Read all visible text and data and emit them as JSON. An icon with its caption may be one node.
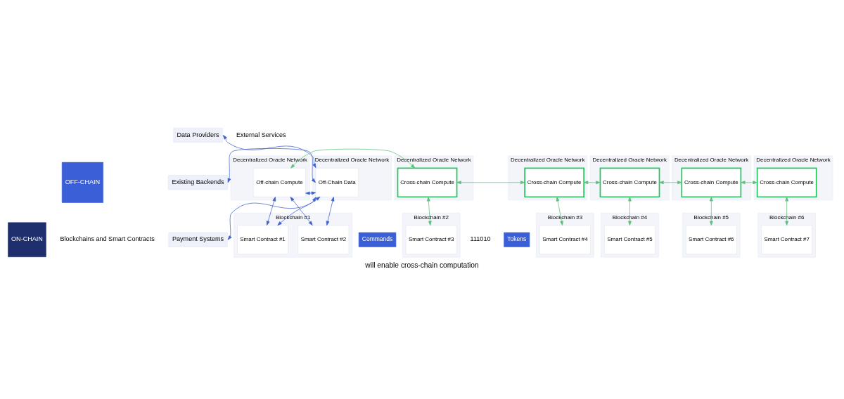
{
  "diagram": {
    "caption": "will enable cross-chain computation",
    "nodes": [
      {
        "text": [
          "OFF-CHAIN"
        ]
      },
      {
        "text": [
          "ON-CHAIN"
        ]
      },
      {
        "text": [
          "Data Providers"
        ]
      },
      {
        "text": [
          "Existing Backends"
        ]
      },
      {
        "text": [
          "Payment Systems"
        ]
      },
      {
        "text": [
          "Decentralized Oracle Network"
        ]
      },
      {
        "text": [
          "Off-Chain Data"
        ],
        "in": 5
      },
      {
        "text": [
          "Decentralized Oracle Network"
        ]
      },
      {
        "text": [
          "Off-chain Compute"
        ],
        "in": 7
      },
      {
        "text": [
          "Decentralized Oracle Network"
        ]
      },
      {
        "text": [
          "Cross-chain Compute"
        ],
        "in": 9
      },
      {
        "text": [
          "Decentralized Oracle Network"
        ]
      },
      {
        "text": [
          "Cross-chain Compute"
        ],
        "in": 11
      },
      {
        "text": [
          "Decentralized Oracle Network"
        ]
      },
      {
        "text": [
          "Cross-chain Compute"
        ],
        "in": 13
      },
      {
        "text": [
          "Decentralized Oracle Network"
        ]
      },
      {
        "text": [
          "Cross-chain Compute"
        ],
        "in": 15
      },
      {
        "text": [
          "Decentralized Oracle Network"
        ]
      },
      {
        "text": [
          "Cross-chain Compute"
        ],
        "in": 17
      },
      {
        "text": [
          "Blockchain #1"
        ]
      },
      {
        "text": [
          "Smart Contract #1"
        ],
        "in": 19
      },
      {
        "text": [
          "Smart Contract #2"
        ],
        "in": 19
      },
      {
        "text": [
          "Blockchain #2"
        ]
      },
      {
        "text": [
          "Smart Contract #3"
        ],
        "in": 22
      },
      {
        "text": [
          "Blockchain #3"
        ]
      },
      {
        "text": [
          "Smart Contract #4"
        ],
        "in": 24
      },
      {
        "text": [
          "Blockchain #4"
        ]
      },
      {
        "text": [
          "Smart Contract #5"
        ],
        "in": 26
      },
      {
        "text": [
          "Blockchain #5"
        ]
      },
      {
        "text": [
          "Smart Contract #6"
        ],
        "in": 28
      },
      {
        "text": [
          "Blockchain #6"
        ]
      },
      {
        "text": [
          "Smart Contract #7"
        ],
        "in": 30
      },
      {
        "text": [
          "Commands"
        ]
      },
      {
        "text": [
          "Tokens"
        ]
      }
    ],
    "edges": [
      {
        "from": 2,
        "to": 6,
        "arrow": "both",
        "color": "#3f5fd0"
      },
      {
        "from": 3,
        "to": 6,
        "arrow": "both",
        "color": "#3f5fd0"
      },
      {
        "from": 4,
        "to": 6,
        "arrow": "both",
        "color": "#3f5fd0"
      },
      {
        "from": 6,
        "to": 8,
        "arrow": "both",
        "color": "#3f5fd0"
      },
      {
        "from": 8,
        "to": 10,
        "arrow": "both"
      },
      {
        "from": 10,
        "to": 12,
        "arrow": "both"
      },
      {
        "from": 12,
        "to": 14,
        "arrow": "both"
      },
      {
        "from": 14,
        "to": 16,
        "arrow": "both"
      },
      {
        "from": 16,
        "to": 18,
        "arrow": "both"
      },
      {
        "from": 6,
        "to": 20,
        "arrow": "both",
        "color": "#3f5fd0"
      },
      {
        "from": 6,
        "to": 21,
        "arrow": "both",
        "color": "#3f5fd0"
      },
      {
        "from": 8,
        "to": 20,
        "arrow": "both",
        "color": "#3f5fd0"
      },
      {
        "from": 8,
        "to": 21,
        "arrow": "both",
        "color": "#3f5fd0"
      },
      {
        "from": 10,
        "to": 23,
        "arrow": "both"
      },
      {
        "from": 12,
        "to": 25,
        "arrow": "both"
      },
      {
        "from": 14,
        "to": 27,
        "arrow": "both"
      },
      {
        "from": 16,
        "to": 29,
        "arrow": "both"
      },
      {
        "from": 18,
        "to": 31,
        "arrow": "both"
      }
    ],
    "labels": [
      "External Services",
      "111010",
      "Blockchains and Smart Contracts"
    ]
  }
}
